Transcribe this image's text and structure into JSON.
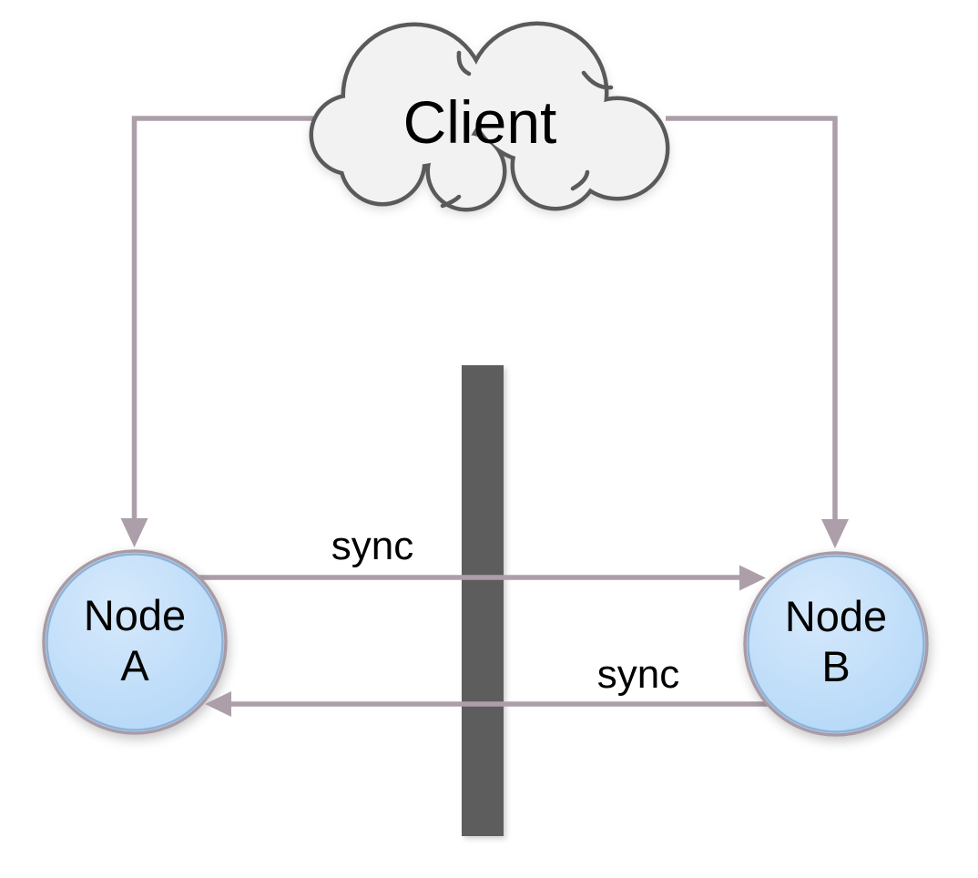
{
  "diagram": {
    "client": {
      "label": "Client"
    },
    "node_a": {
      "line1": "Node",
      "line2": "A"
    },
    "node_b": {
      "line1": "Node",
      "line2": "B"
    },
    "sync_a_to_b": {
      "label": "sync"
    },
    "sync_b_to_a": {
      "label": "sync"
    }
  },
  "colors": {
    "connector": "#ac9fa9",
    "cloud_fill": "#f2f2f2",
    "cloud_stroke": "#5a5a5a",
    "node_fill_center": "#d6e9fc",
    "node_fill_edge": "#b3d7f7",
    "node_inner_stroke": "#8fb2d6",
    "node_outer_stroke": "#a89ba6",
    "partition_bar": "#5d5d5d",
    "label_text": "#000000"
  }
}
